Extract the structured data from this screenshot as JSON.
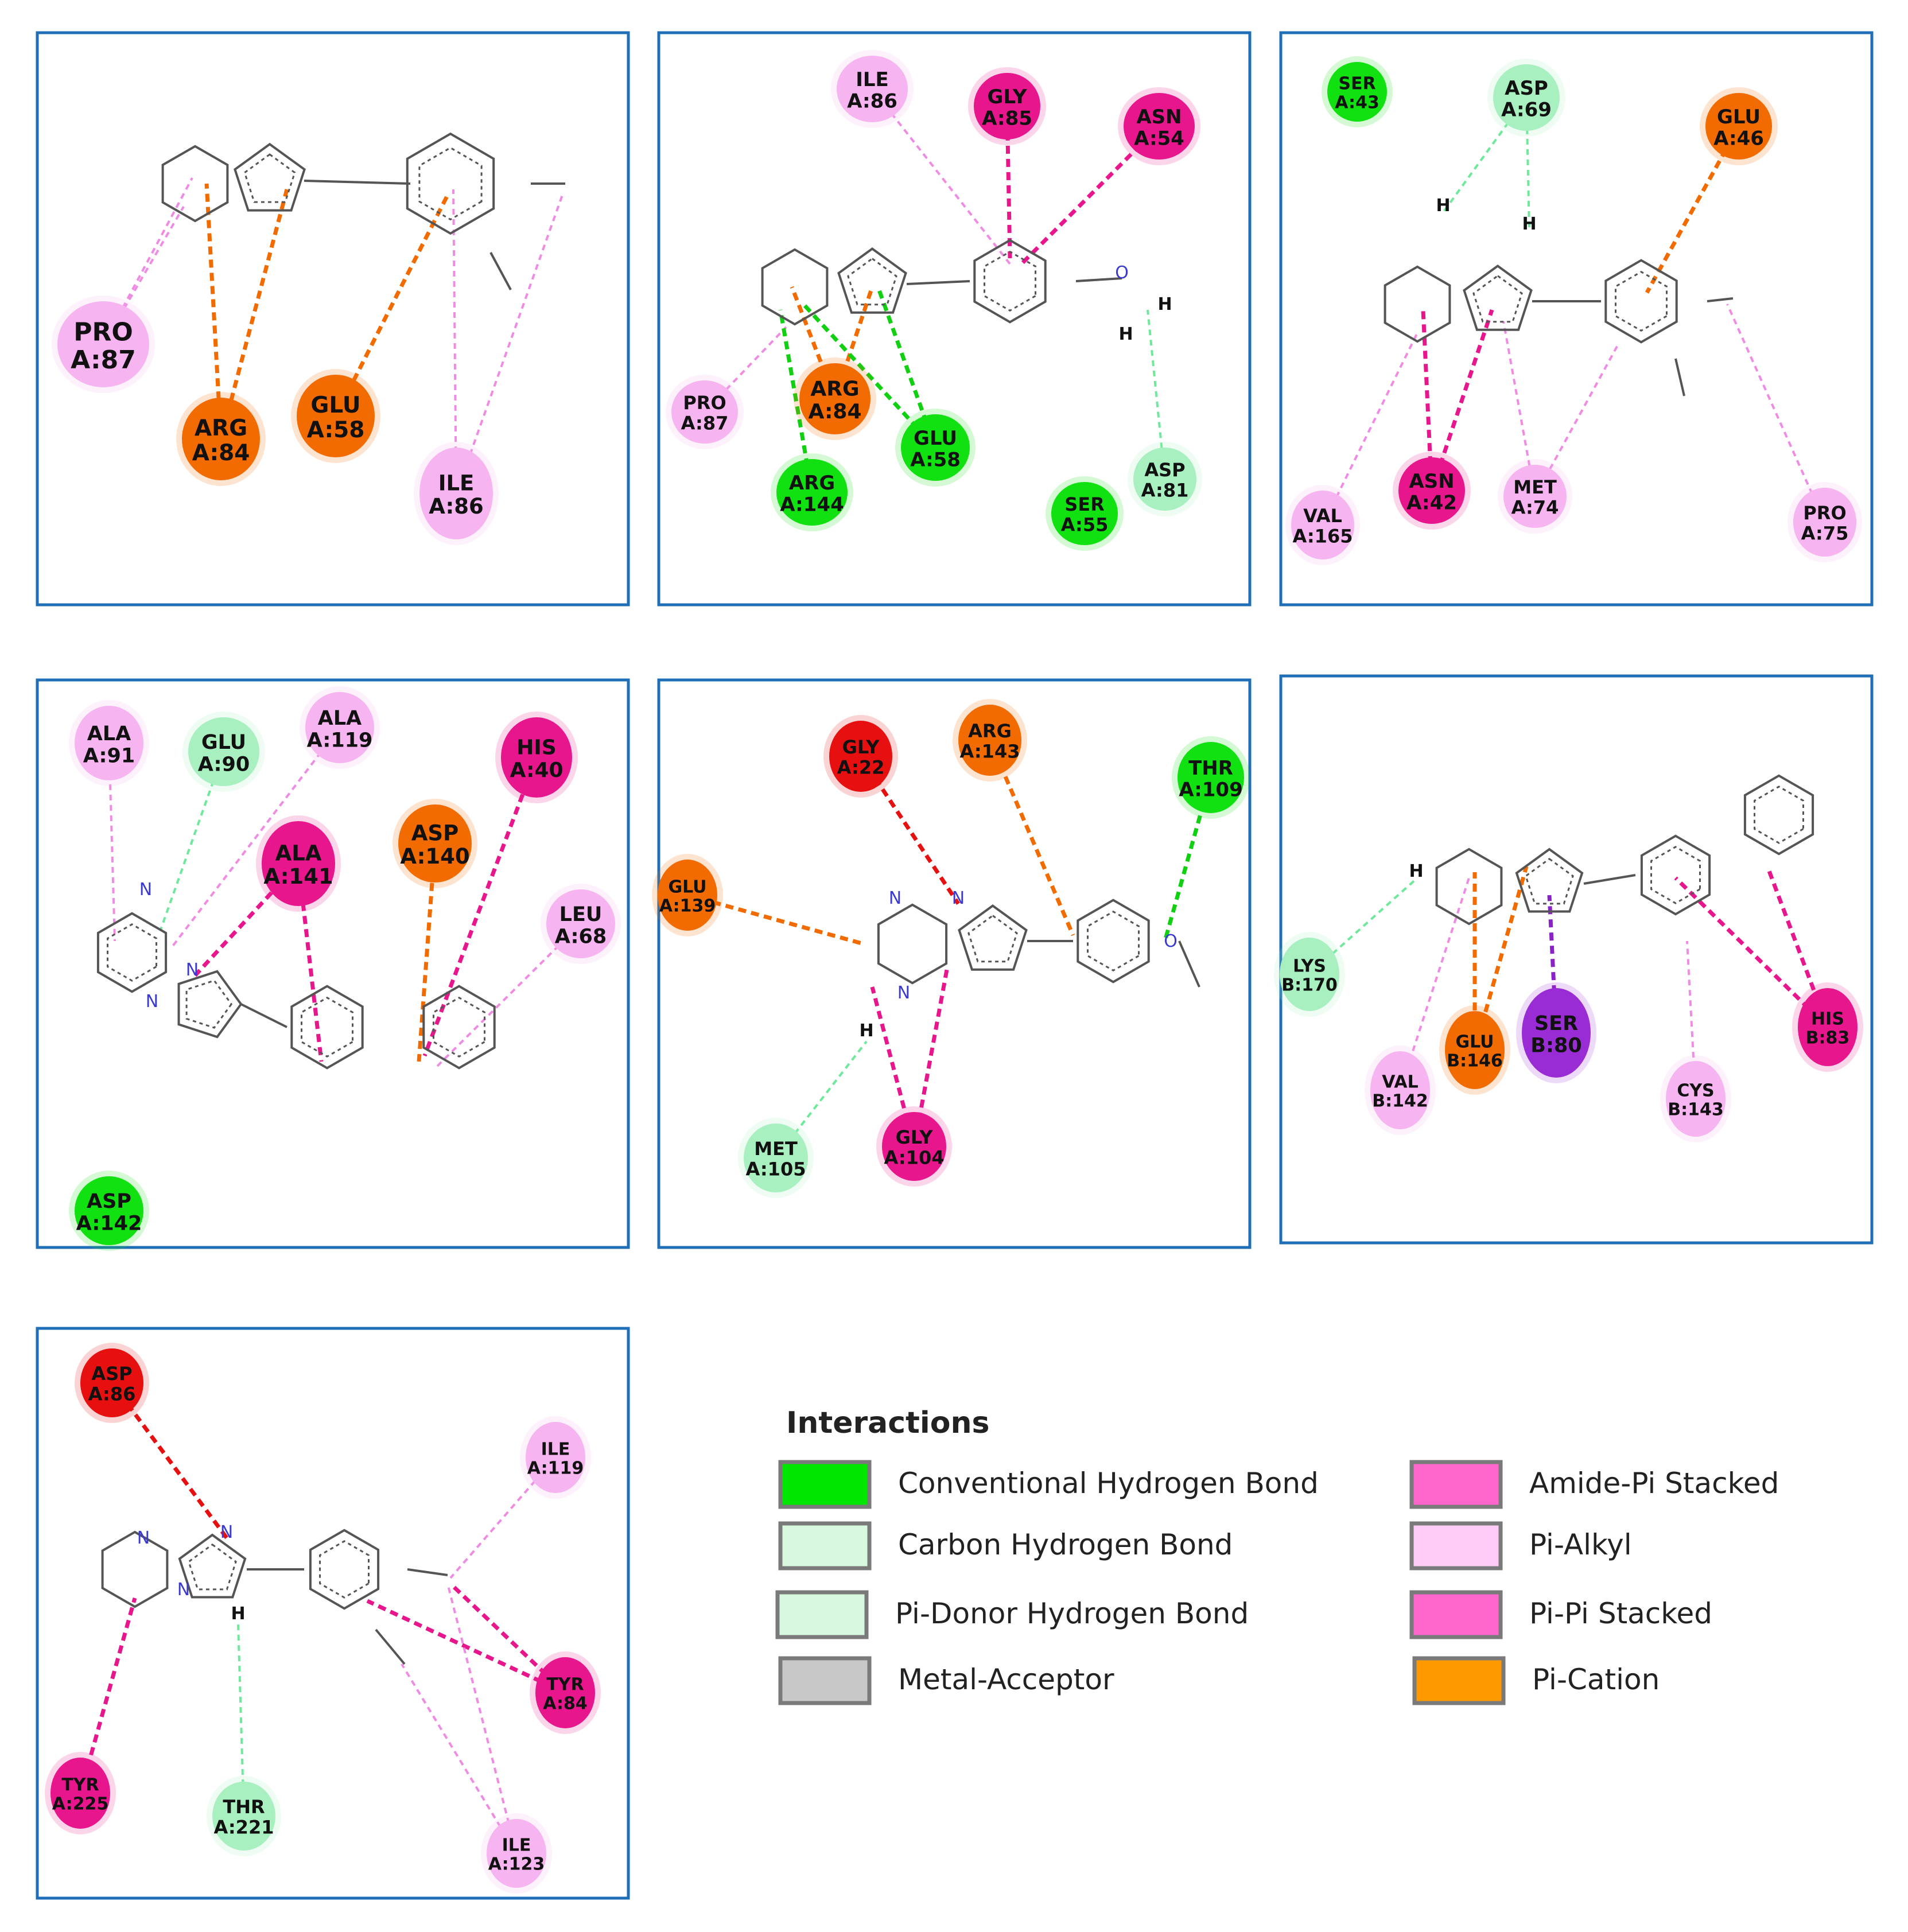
{
  "legend": {
    "title": "Interactions",
    "items": [
      {
        "label": "Conventional Hydrogen Bond",
        "color": "#00e600"
      },
      {
        "label": "Carbon Hydrogen Bond",
        "color": "#d8f8e0"
      },
      {
        "label": "Pi-Donor Hydrogen Bond",
        "color": "#d8f8e0"
      },
      {
        "label": "Metal-Acceptor",
        "color": "#c8c8c8"
      },
      {
        "label": "Amide-Pi Stacked",
        "color": "#ff66cc"
      },
      {
        "label": "Pi-Alkyl",
        "color": "#ffccf5"
      },
      {
        "label": "Pi-Pi Stacked",
        "color": "#ff66cc"
      },
      {
        "label": "Pi-Cation",
        "color": "#ff9900"
      }
    ]
  },
  "colors": {
    "green": "#11e011",
    "mint": "#a8f0c0",
    "pink": "#f6b4f0",
    "magenta": "#e8168c",
    "orange": "#f26b00",
    "red": "#e61010",
    "purple": "#9a2cd6",
    "frame": "#1f6fb8",
    "bond": "#555555",
    "nitrogen": "#3a3ad0",
    "oxygen": "#e63a3a"
  },
  "panels": [
    {
      "residues": [
        {
          "name": "PRO",
          "id": "A:87",
          "type": "pink"
        },
        {
          "name": "ARG",
          "id": "A:84",
          "type": "orange"
        },
        {
          "name": "GLU",
          "id": "A:58",
          "type": "orange"
        },
        {
          "name": "ILE",
          "id": "A:86",
          "type": "pink"
        }
      ]
    },
    {
      "residues": [
        {
          "name": "ILE",
          "id": "A:86",
          "type": "pink"
        },
        {
          "name": "GLY",
          "id": "A:85",
          "type": "magenta"
        },
        {
          "name": "ASN",
          "id": "A:54",
          "type": "magenta"
        },
        {
          "name": "PRO",
          "id": "A:87",
          "type": "pink"
        },
        {
          "name": "ARG",
          "id": "A:84",
          "type": "orange"
        },
        {
          "name": "GLU",
          "id": "A:58",
          "type": "green"
        },
        {
          "name": "ARG",
          "id": "A:144",
          "type": "green"
        },
        {
          "name": "SER",
          "id": "A:55",
          "type": "green"
        },
        {
          "name": "ASP",
          "id": "A:81",
          "type": "mint"
        }
      ],
      "h_labels": [
        "H",
        "H"
      ],
      "atoms": [
        "O"
      ]
    },
    {
      "residues": [
        {
          "name": "SER",
          "id": "A:43",
          "type": "green"
        },
        {
          "name": "ASP",
          "id": "A:69",
          "type": "mint"
        },
        {
          "name": "GLU",
          "id": "A:46",
          "type": "orange"
        },
        {
          "name": "VAL",
          "id": "A:165",
          "type": "pink"
        },
        {
          "name": "ASN",
          "id": "A:42",
          "type": "magenta"
        },
        {
          "name": "MET",
          "id": "A:74",
          "type": "pink"
        },
        {
          "name": "PRO",
          "id": "A:75",
          "type": "pink"
        }
      ],
      "h_labels": [
        "H",
        "H"
      ]
    },
    {
      "residues": [
        {
          "name": "ALA",
          "id": "A:91",
          "type": "pink"
        },
        {
          "name": "GLU",
          "id": "A:90",
          "type": "mint"
        },
        {
          "name": "ALA",
          "id": "A:119",
          "type": "pink"
        },
        {
          "name": "HIS",
          "id": "A:40",
          "type": "magenta"
        },
        {
          "name": "ALA",
          "id": "A:141",
          "type": "magenta"
        },
        {
          "name": "ASP",
          "id": "A:140",
          "type": "orange"
        },
        {
          "name": "LEU",
          "id": "A:68",
          "type": "pink"
        },
        {
          "name": "ASP",
          "id": "A:142",
          "type": "green"
        }
      ],
      "atoms": [
        "N",
        "N",
        "N"
      ]
    },
    {
      "residues": [
        {
          "name": "GLY",
          "id": "A:22",
          "type": "red"
        },
        {
          "name": "ARG",
          "id": "A:143",
          "type": "orange"
        },
        {
          "name": "THR",
          "id": "A:109",
          "type": "green"
        },
        {
          "name": "GLU",
          "id": "A:139",
          "type": "orange"
        },
        {
          "name": "MET",
          "id": "A:105",
          "type": "mint"
        },
        {
          "name": "GLY",
          "id": "A:104",
          "type": "magenta"
        }
      ],
      "h_labels": [
        "H"
      ],
      "atoms": [
        "N",
        "N",
        "N",
        "O"
      ]
    },
    {
      "residues": [
        {
          "name": "LYS",
          "id": "B:170",
          "type": "mint"
        },
        {
          "name": "VAL",
          "id": "B:142",
          "type": "pink"
        },
        {
          "name": "GLU",
          "id": "B:146",
          "type": "orange"
        },
        {
          "name": "SER",
          "id": "B:80",
          "type": "purple"
        },
        {
          "name": "CYS",
          "id": "B:143",
          "type": "pink"
        },
        {
          "name": "HIS",
          "id": "B:83",
          "type": "magenta"
        }
      ],
      "h_labels": [
        "H"
      ]
    },
    {
      "residues": [
        {
          "name": "ASP",
          "id": "A:86",
          "type": "red"
        },
        {
          "name": "ILE",
          "id": "A:119",
          "type": "pink"
        },
        {
          "name": "TYR",
          "id": "A:84",
          "type": "magenta"
        },
        {
          "name": "TYR",
          "id": "A:225",
          "type": "magenta"
        },
        {
          "name": "THR",
          "id": "A:221",
          "type": "mint"
        },
        {
          "name": "ILE",
          "id": "A:123",
          "type": "pink"
        }
      ],
      "h_labels": [
        "H"
      ],
      "atoms": [
        "N",
        "N",
        "N"
      ]
    }
  ]
}
